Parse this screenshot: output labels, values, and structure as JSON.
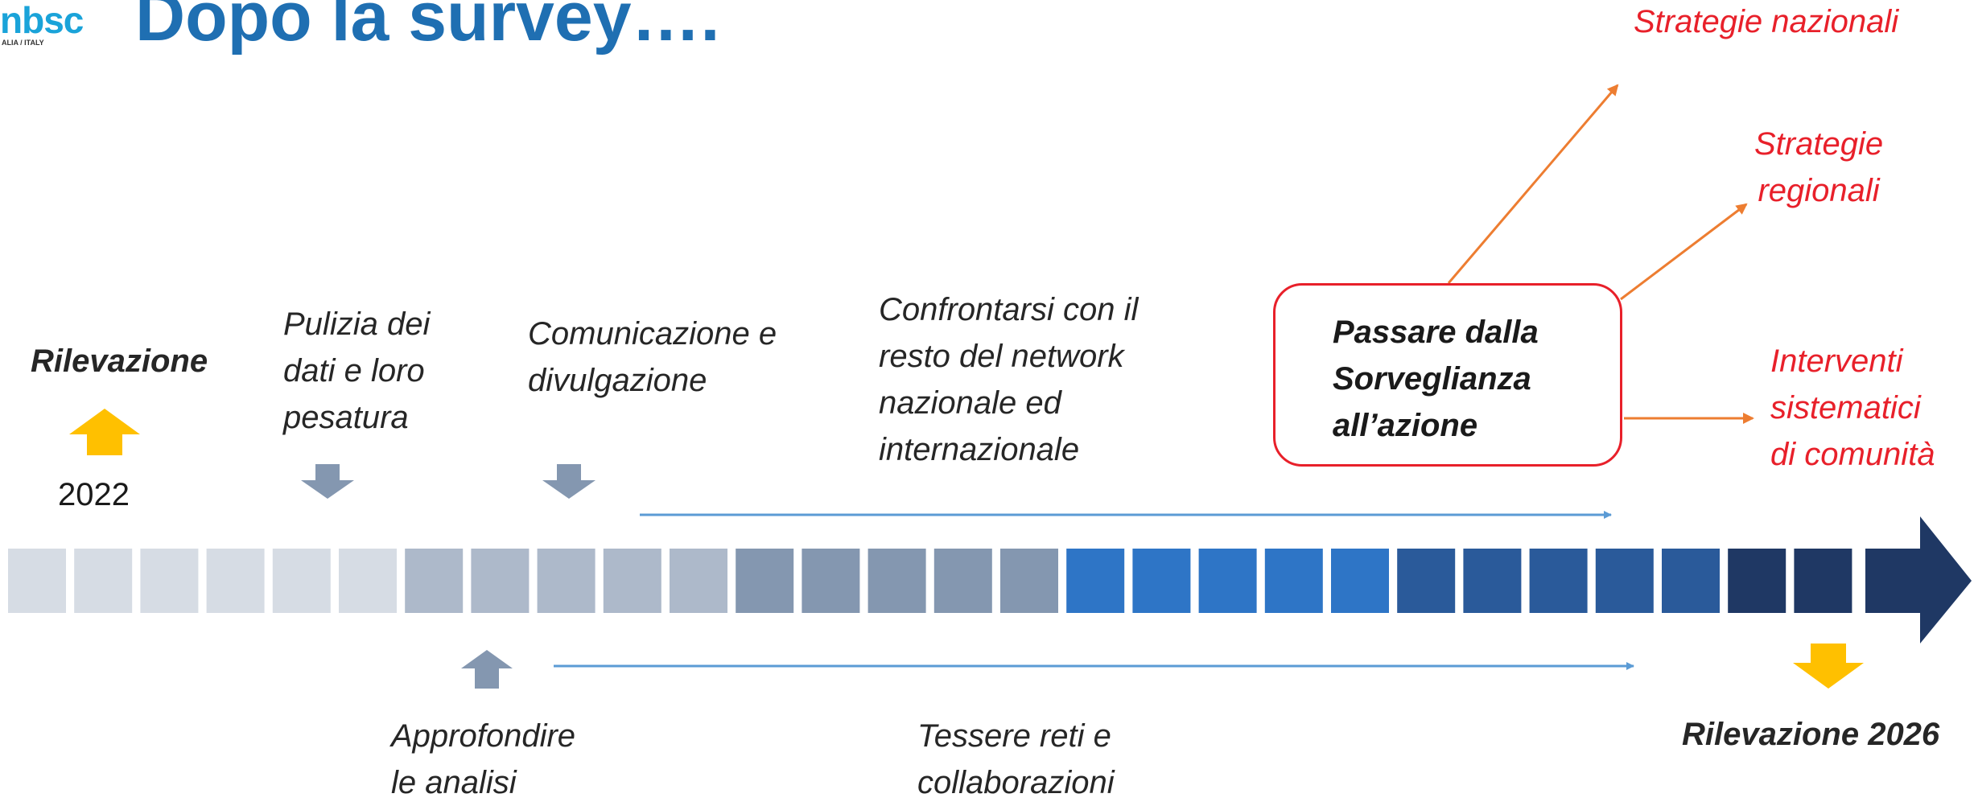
{
  "logo": {
    "text": "nbsc",
    "subtext": "ALIA / ITALY"
  },
  "title": "Dopo la survey….",
  "start": {
    "label": "Rilevazione",
    "year": "2022"
  },
  "steps": {
    "pulizia": [
      "Pulizia dei",
      "dati e loro",
      "pesatura"
    ],
    "comunicazione": [
      "Comunicazione e",
      "divulgazione"
    ],
    "confrontarsi": [
      "Confrontarsi con il",
      "resto del network",
      "nazionale ed",
      "internazionale"
    ],
    "approfondire": [
      "Approfondire",
      "le analisi"
    ],
    "tessere": [
      "Tessere reti e",
      "collaborazioni"
    ]
  },
  "center_box": [
    "Passare dalla",
    "Sorveglianza",
    "all’azione"
  ],
  "outcomes": {
    "nazionali": "Strategie nazionali",
    "regionali": [
      "Strategie",
      "regionali"
    ],
    "interventi": [
      "Interventi",
      "sistematici",
      "di comunità"
    ]
  },
  "end": {
    "label": "Rilevazione 2026"
  },
  "colors": {
    "title": "#1f6fb2",
    "outcome_text": "#e8202a",
    "outcome_arrows": "#ed7d31",
    "timeline_arrows": "#5b9bd5",
    "year_arrows": "#ffc000",
    "step_arrows": "#8497b0",
    "segments": [
      "#d6dce4",
      "#adb9ca",
      "#8497b0",
      "#2e75c6",
      "#2a5a9a",
      "#1f3864"
    ]
  },
  "icons": [
    "arrow-up-icon",
    "arrow-down-icon",
    "timeline-arrowhead-icon"
  ]
}
